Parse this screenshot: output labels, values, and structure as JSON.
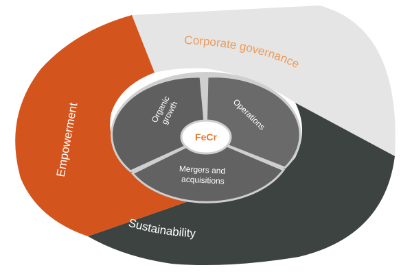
{
  "diagram": {
    "center_label": "FeCr",
    "outer_segments": [
      {
        "label": "Corporate governance",
        "fill": "#e4e5e4",
        "text_color": "#ef9a5a"
      },
      {
        "label": "Sustainability",
        "fill": "#3c4341",
        "text_color": "#ffffff"
      },
      {
        "label": "Empowerment",
        "fill": "#d4541d",
        "text_color": "#ffffff"
      }
    ],
    "inner_segments": [
      {
        "label_lines": [
          "Organic",
          "growth"
        ],
        "fill": "#5f5f5f"
      },
      {
        "label_lines": [
          "Operations"
        ],
        "fill": "#6a6a6a"
      },
      {
        "label_lines": [
          "Mergers and",
          "acquisitions"
        ],
        "fill": "#626262"
      }
    ],
    "colors": {
      "inner_ring_border": "#cfcfcf",
      "center_fill": "#ffffff",
      "center_text": "#e57a2e",
      "inner_text": "#ffffff"
    }
  }
}
